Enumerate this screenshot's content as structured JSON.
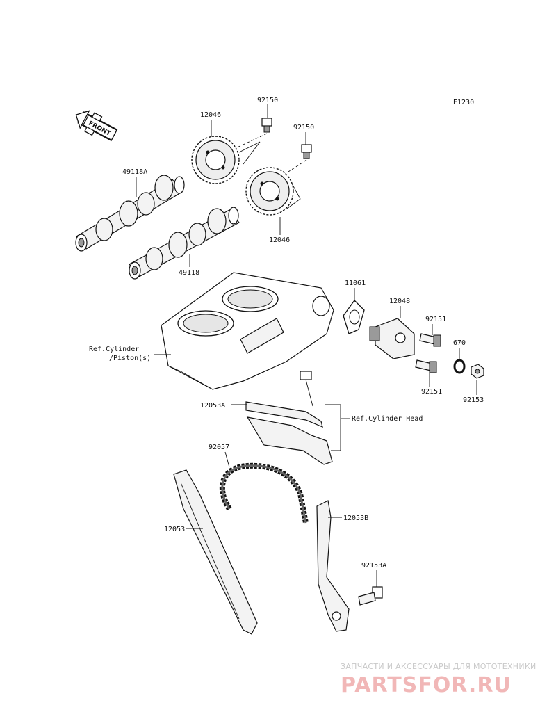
{
  "diagram_code": "E1230",
  "front_label": "FRONT",
  "parts": {
    "bolt_top_a": "92150",
    "bolt_top_b": "92150",
    "sprocket_top": "12046",
    "sprocket_bottom": "12046",
    "camshaft_exhaust": "49118A",
    "camshaft_intake": "49118",
    "gasket": "11061",
    "tensioner": "12048",
    "bolt_tensioner_upper": "92151",
    "bolt_tensioner_lower": "92151",
    "o_ring": "670",
    "nut": "92153",
    "guide_upper": "12053A",
    "chain": "92057",
    "guide_left": "12053",
    "guide_right": "12053B",
    "bolt_guide": "92153A"
  },
  "references": {
    "cylinder_piston_line1": "Ref.Cylinder",
    "cylinder_piston_line2": "/Piston(s)",
    "cylinder_head": "Ref.Cylinder Head"
  },
  "watermark": {
    "tagline": "ЗАПЧАСТИ И АКСЕССУАРЫ ДЛЯ МОТОТЕХНИКИ",
    "brand": "PARTSFOR.RU"
  }
}
